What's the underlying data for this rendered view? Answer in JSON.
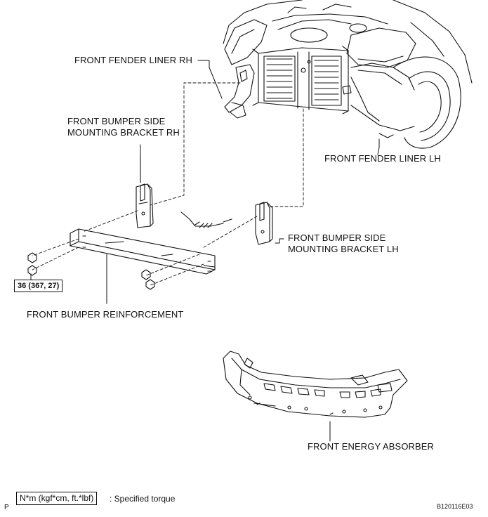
{
  "labels": {
    "fender_liner_rh": "FRONT FENDER LINER RH",
    "side_bracket_rh": "FRONT BUMPER SIDE\nMOUNTING BRACKET RH",
    "fender_liner_lh": "FRONT FENDER LINER LH",
    "side_bracket_lh": "FRONT BUMPER SIDE\nMOUNTING BRACKET LH",
    "reinforcement": "FRONT BUMPER REINFORCEMENT",
    "energy_absorber": "FRONT ENERGY ABSORBER"
  },
  "torque_value": "36 (367, 27)",
  "legend": {
    "unit_box": "N*m (kgf*cm, ft.*lbf)",
    "description": ": Specified torque"
  },
  "corner_letter": "P",
  "figure_code": "B120116E03"
}
